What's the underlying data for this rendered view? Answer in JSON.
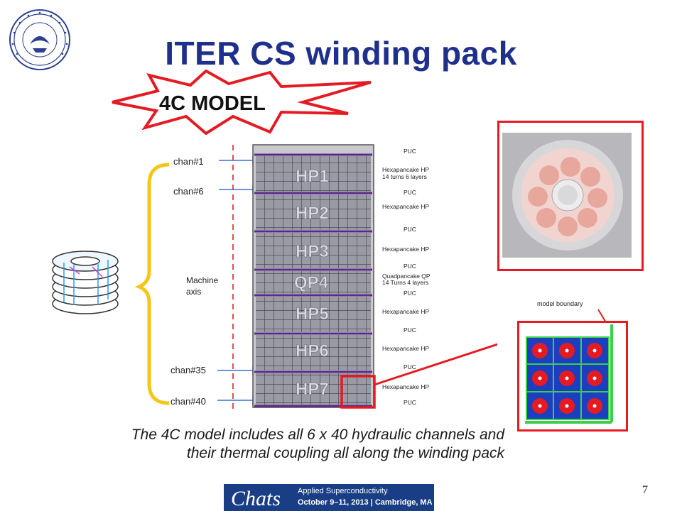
{
  "slide": {
    "title": "ITER CS winding pack",
    "model_label": "4C MODEL",
    "caption_line1": "The 4C model  includes all 6 x 40 hydraulic channels and",
    "caption_line2": "their thermal coupling all along the winding pack",
    "page_number": "7"
  },
  "diagram": {
    "channel_labels": [
      "chan#1",
      "chan#6",
      "chan#35",
      "chan#40"
    ],
    "axis_label_line1": "Machine",
    "axis_label_line2": "axis",
    "pancakes": [
      "HP1",
      "HP2",
      "HP3",
      "QP4",
      "HP5",
      "HP6",
      "HP7"
    ],
    "side_labels": [
      "PUC",
      "Hexapancake HP",
      "14 turns 6 layers",
      "PUC",
      "Hexapancake HP",
      "PUC",
      "Hexapancake HP",
      "PUC",
      "Quadpancake QP",
      "14 Turns 4 layers",
      "PUC",
      "Hexapancake HP",
      "PUC",
      "Hexapancake HP",
      "PUC",
      "Hexapancake HP",
      "PUC"
    ],
    "boundary_label": "model boundary"
  },
  "banner": {
    "logo_text": "Chats",
    "line1": "Applied Superconductivity",
    "line2": "October 9–11, 2013 | Cambridge, MA"
  },
  "colors": {
    "title": "#1f2f8c",
    "highlight": "#e51b23",
    "brace": "#f5c518",
    "channel_arrow": "#3a6fd0",
    "banner": "#1a3e86"
  }
}
